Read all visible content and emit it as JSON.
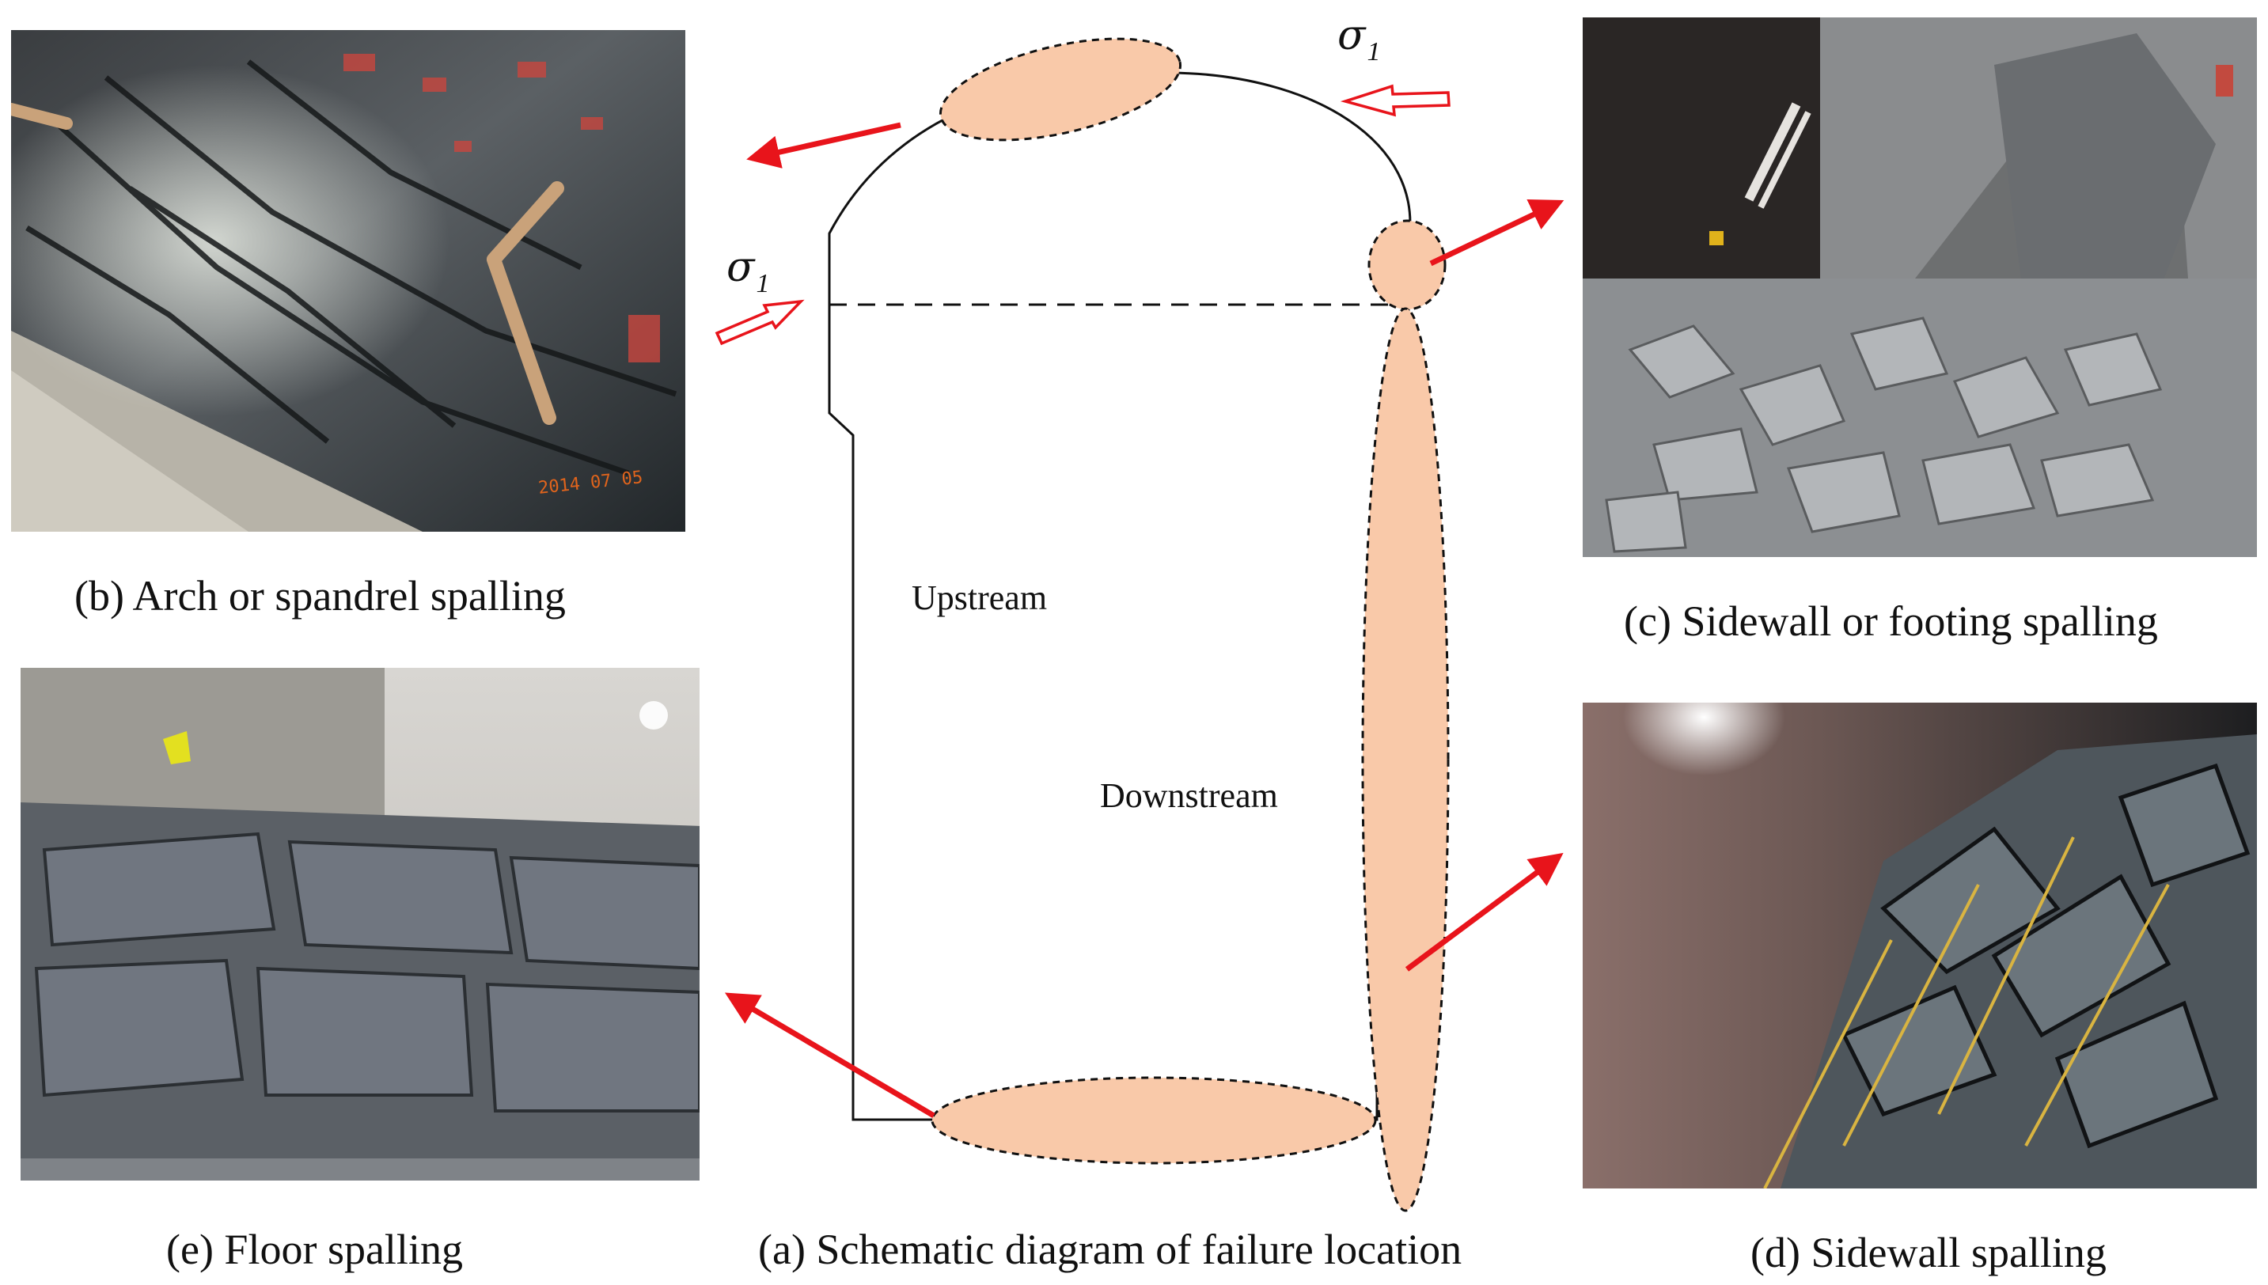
{
  "panels": {
    "a": {
      "caption": "(a) Schematic diagram of failure location",
      "upstream_label": "Upstream",
      "downstream_label": "Downstream",
      "stress_symbol": "σ",
      "stress_subscript": "1"
    },
    "b": {
      "caption": "(b) Arch or spandrel spalling",
      "photo_stamp": "2014 07 05"
    },
    "c": {
      "caption": "(c) Sidewall or footing spalling"
    },
    "d": {
      "caption": "(d) Sidewall spalling"
    },
    "e": {
      "caption": "(e) Floor spalling"
    }
  },
  "colors": {
    "failure_zone_fill": "#f9c9a9",
    "arrow": "#e8141b",
    "outline": "#111111"
  },
  "icons": {
    "stress_arrow": "hollow-red-arrow-icon",
    "pointer_arrow": "red-arrow-icon"
  }
}
